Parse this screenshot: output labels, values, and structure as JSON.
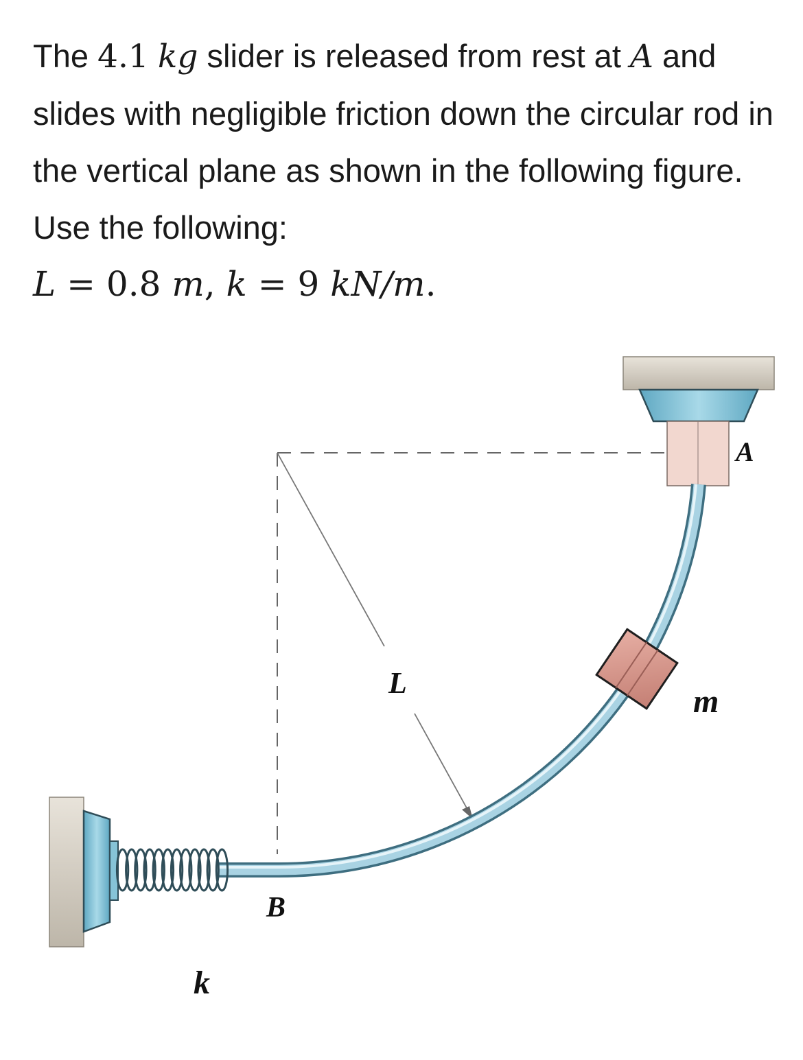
{
  "problem": {
    "t1": "The ",
    "mass_value": "4.1",
    "mass_unit": "kg",
    "t2": " slider is released from rest at ",
    "point_start": "A",
    "t3": " and slides with negligible friction down the circular rod in the vertical plane as shown in the following figure. Use the following:",
    "L_symbol": "L",
    "L_value": "0.8",
    "L_unit": "m",
    "k_symbol": "k",
    "k_value": "9",
    "k_unit": "kN/m"
  },
  "figure": {
    "labels": {
      "A": "A",
      "B": "B",
      "L": "L",
      "m": "m",
      "k": "k"
    },
    "colors": {
      "rod": "#a9d3e3",
      "rod_edge": "#3e6e80",
      "mount": "#86c3d7",
      "collar_top": "#f2d7cf",
      "slider": "#d9958a",
      "wall": "#d7d1c6",
      "dim_line": "#777777"
    }
  }
}
